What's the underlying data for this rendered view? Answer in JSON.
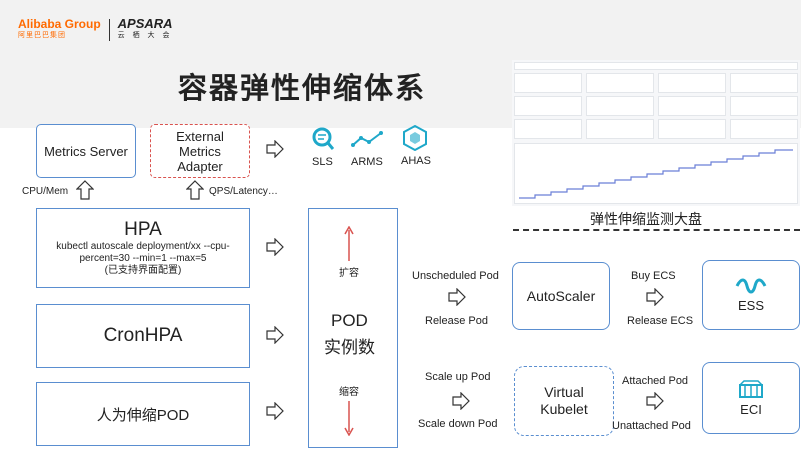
{
  "logo": {
    "alibaba": "Alibaba Group",
    "alibaba_cn": "阿里巴巴集团",
    "apsara": "APSARA",
    "apsara_cn": "云 栖 大 会"
  },
  "title": "容器弹性伸缩体系",
  "metrics_server": "Metrics Server",
  "external_adapter": {
    "line1": "External",
    "line2": "Metrics",
    "line3": "Adapter"
  },
  "cpu_mem": "CPU/Mem",
  "qps_latency": "QPS/Latency…",
  "services": [
    {
      "label": "SLS"
    },
    {
      "label": "ARMS"
    },
    {
      "label": "AHAS"
    }
  ],
  "hpa": {
    "title": "HPA",
    "cmd1": "kubectl autoscale deployment/xx --cpu-",
    "cmd2": "percent=30 --min=1 --max=5",
    "note": "(已支持界面配置)"
  },
  "cronhpa": "CronHPA",
  "manual": "人为伸缩POD",
  "pod": {
    "line1": "POD",
    "line2": "实例数",
    "up": "扩容",
    "down": "缩容"
  },
  "unscheduled_pod": "Unscheduled Pod",
  "release_pod": "Release Pod",
  "autoscaler": "AutoScaler",
  "buy_ecs": "Buy ECS",
  "release_ecs": "Release ECS",
  "ess": "ESS",
  "scale_up_pod": "Scale up Pod",
  "scale_down_pod": "Scale down Pod",
  "virtual_kubelet": {
    "line1": "Virtual",
    "line2": "Kubelet"
  },
  "attached_pod": "Attached Pod",
  "unattached_pod": "Unattached Pod",
  "eci": "ECI",
  "dashboard_caption": "弹性伸缩监测大盘",
  "colors": {
    "accent": "#5a8ed0",
    "dashed_red": "#d9534f",
    "arrow_red": "#d9534f",
    "teal": "#1fa8c9",
    "alibaba_orange": "#ff6a00"
  }
}
